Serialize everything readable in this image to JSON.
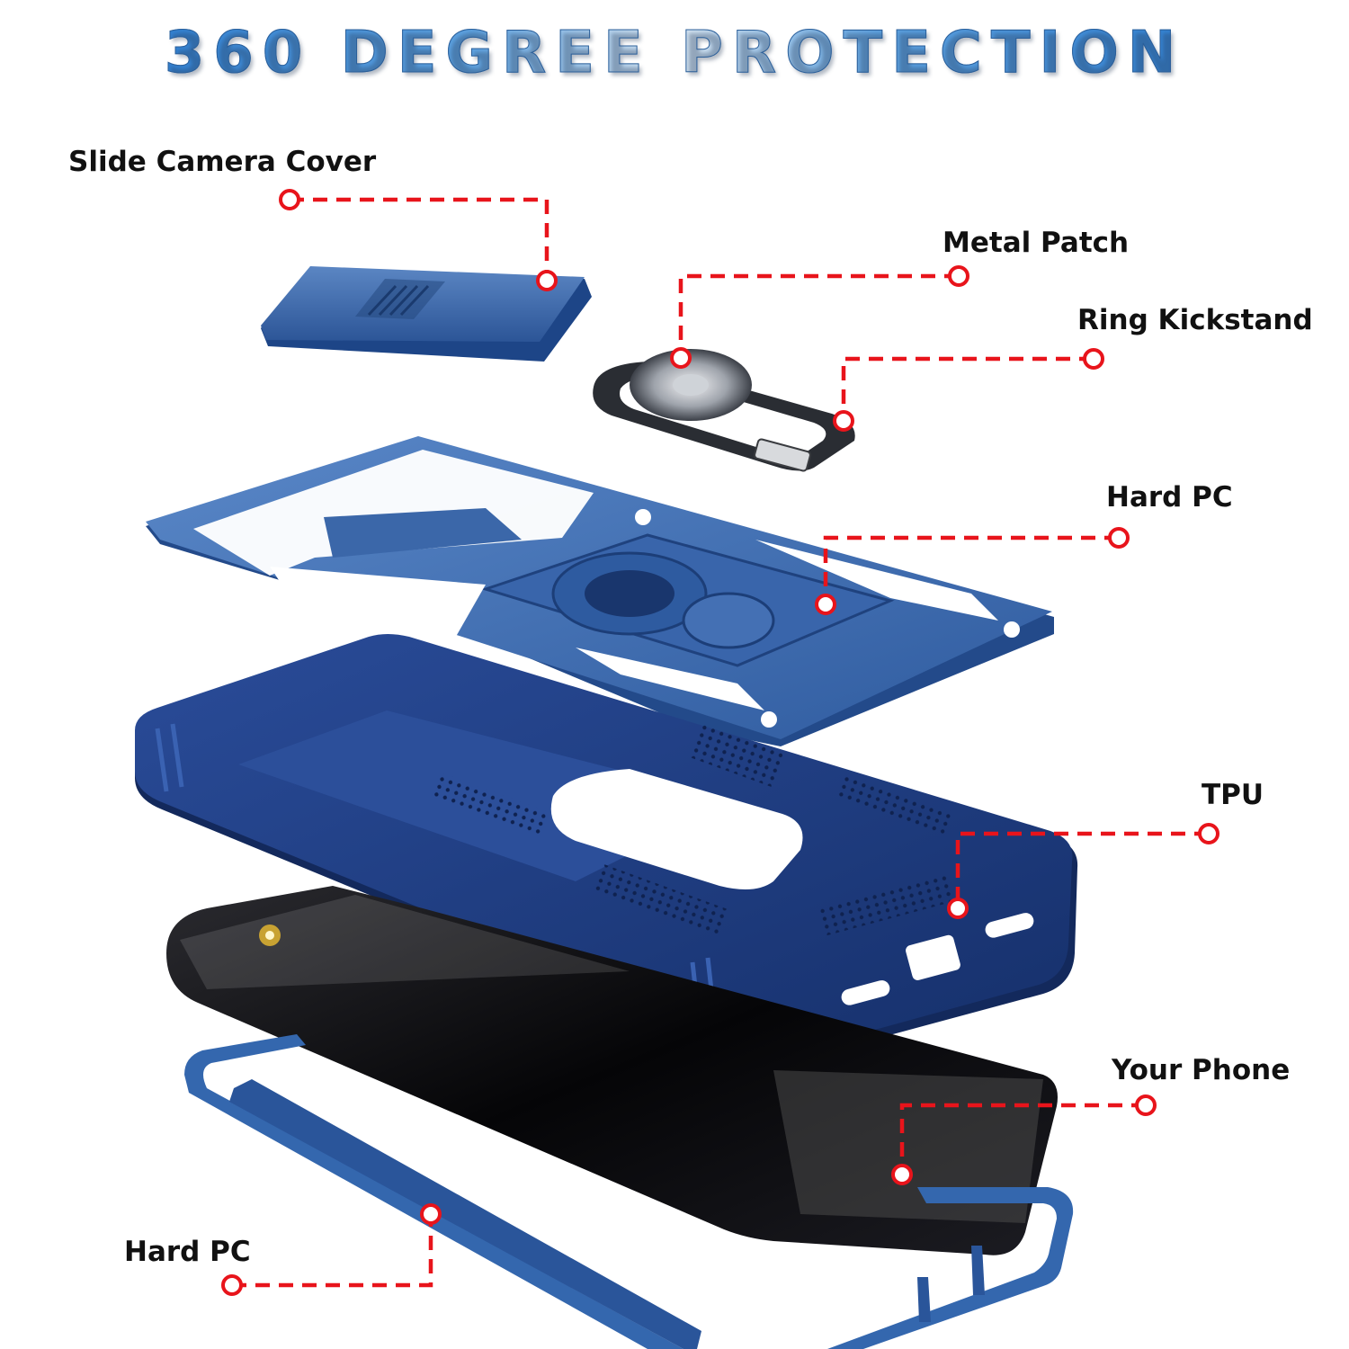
{
  "headline": "360 DEGREE PROTECTION",
  "callouts": {
    "slide_camera_cover": "Slide Camera Cover",
    "metal_patch": "Metal Patch",
    "ring_kickstand": "Ring Kickstand",
    "hard_pc_top": "Hard PC",
    "tpu": "TPU",
    "your_phone": "Your Phone",
    "hard_pc_bottom": "Hard PC"
  },
  "colors": {
    "leader_line": "#e8141b",
    "case_blue": "#1f3f86",
    "frame_blue": "#3e6cb0",
    "phone_black": "#0b0b0e"
  }
}
